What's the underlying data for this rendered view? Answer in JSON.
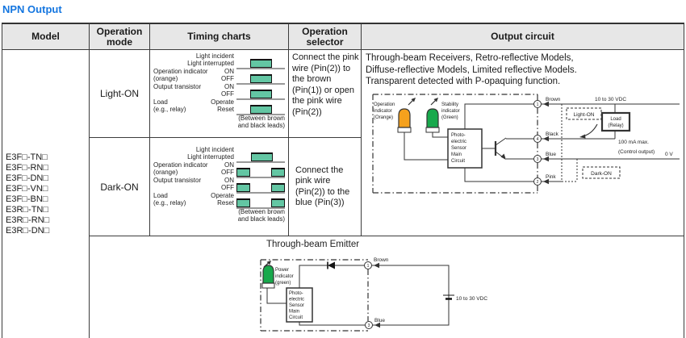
{
  "title": "NPN Output",
  "accent_color": "#1476e0",
  "pulse_color": "#63c6a3",
  "headers": {
    "model": "Model",
    "operation_mode": "Operation mode",
    "timing_charts": "Timing charts",
    "operation_selector": "Operation selector",
    "output_circuit": "Output circuit"
  },
  "models": [
    "E3F□-TN□",
    "E3F□-RN□",
    "E3F□-DN□",
    "E3F□-VN□",
    "E3F□-BN□",
    "E3R□-TN□",
    "E3R□-RN□",
    "E3R□-DN□"
  ],
  "rows": {
    "light_on": {
      "mode": "Light-ON",
      "selector": "Connect the pink wire (Pin(2)) to the brown (Pin(1)) or open the pink wire (Pin(2))"
    },
    "dark_on": {
      "mode": "Dark-ON",
      "selector": "Connect the pink wire (Pin(2)) to the blue (Pin(3))"
    }
  },
  "timing": {
    "light_high": "Light incident",
    "light_low": "Light interrupted",
    "rows": [
      {
        "name": "Operation indicator",
        "sub": "(orange)",
        "high": "ON",
        "low": "OFF"
      },
      {
        "name": "Output transistor",
        "sub": "",
        "high": "ON",
        "low": "OFF"
      },
      {
        "name": "Load",
        "sub": "(e.g., relay)",
        "high": "Operate",
        "low": "Reset"
      }
    ],
    "note1": "(Between brown",
    "note2": "and black leads)"
  },
  "receiver": {
    "desc1": "Through-beam Receivers, Retro-reflective Models,",
    "desc2": "Diffuse-reflective Models, Limited reflective Models.",
    "desc3": "Transparent detected with P-opaquing function.",
    "op_ind": [
      "Operation",
      "indicator",
      "(Orange)"
    ],
    "stab_ind": [
      "Stability",
      "indicator",
      "(Green)"
    ],
    "box": [
      "Photo-",
      "electric",
      "Sensor",
      "Main",
      "Circuit"
    ],
    "wire_brown": "Brown",
    "wire_black": "Black",
    "wire_blue": "Blue",
    "wire_pink": "Pink",
    "pin1": "1",
    "pin4": "4",
    "pin3": "3",
    "pin2": "2",
    "voltage": "10 to 30 VDC",
    "light_on": "Light-ON",
    "dark_on": "Dark-ON",
    "load1": "Load",
    "load2": "(Relay)",
    "current": "100 mA max.",
    "control": "(Control output)",
    "zero": "0 V",
    "led_orange_color": "#f5a11d",
    "led_green_color": "#18a94c"
  },
  "emitter": {
    "title": "Through-beam Emitter",
    "power_ind": [
      "Power",
      "indicator",
      "(green)"
    ],
    "box": [
      "Photo-",
      "electric",
      "Sensor",
      "Main",
      "Circuit"
    ],
    "wire_brown": "Brown",
    "wire_blue": "Blue",
    "pin1": "1",
    "pin3": "3",
    "voltage": "10 to 30 VDC"
  }
}
